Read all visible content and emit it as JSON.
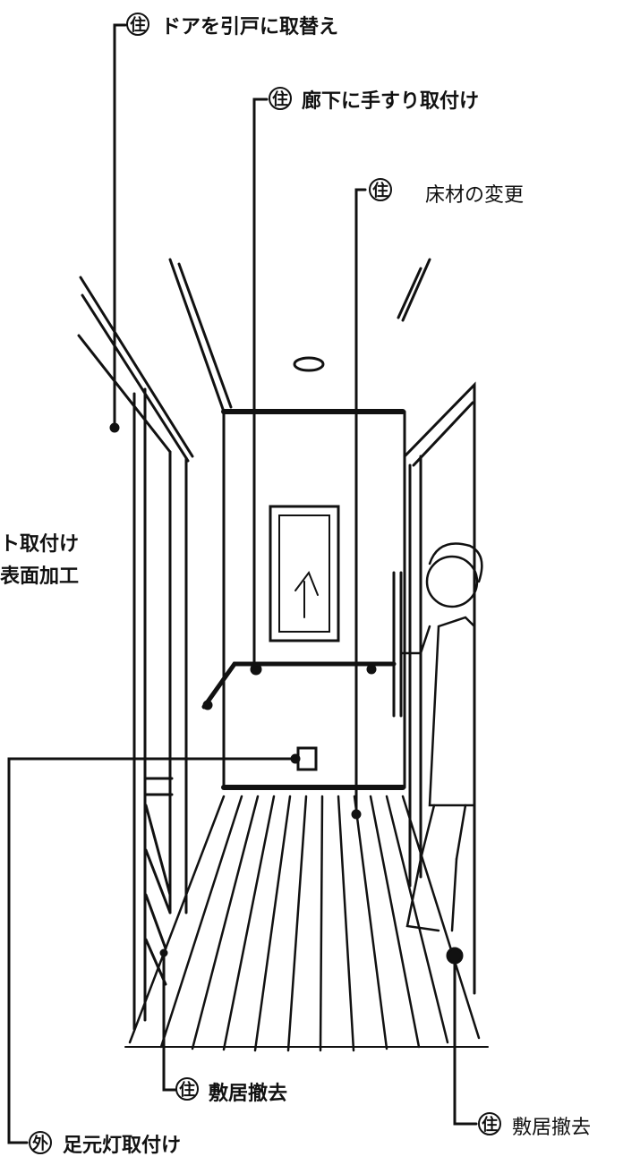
{
  "callouts": {
    "door": {
      "badge": "住",
      "text": "ドアを引戸に取替え"
    },
    "handrail": {
      "badge": "住",
      "text": "廊下に手すり取付け"
    },
    "floor": {
      "badge": "住",
      "text": "床材の変更"
    },
    "left_partial_1": {
      "text": "ト取付け"
    },
    "left_partial_2": {
      "text": "表面加工"
    },
    "threshold_left": {
      "badge": "住",
      "text": "敷居撤去"
    },
    "threshold_right": {
      "badge": "住",
      "text": "敷居撤去"
    },
    "footlight": {
      "badge": "外",
      "text": "足元灯取付け"
    }
  }
}
